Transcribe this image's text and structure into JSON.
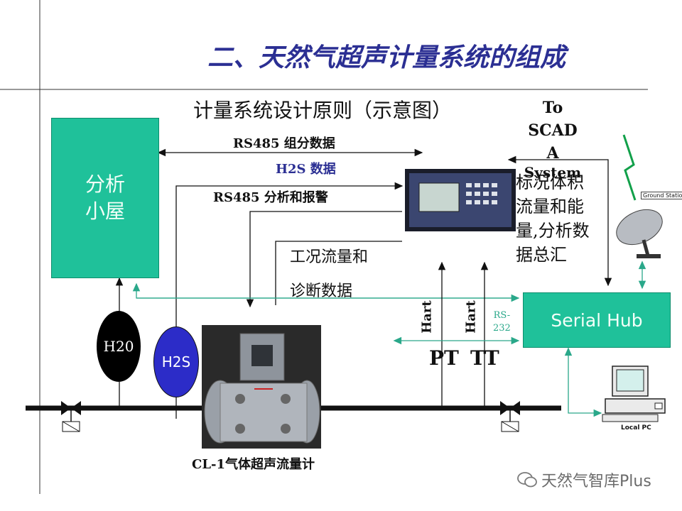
{
  "title": "二、天然气超声计量系统的组成",
  "subtitle": "计量系统设计原则（示意图）",
  "labels": {
    "rs485_composition": "RS485 组分数据",
    "h2s_data": "H2S 数据",
    "rs485_alarm": "RS485 分析和报警",
    "working_flow_1": "工况流量和",
    "working_flow_2": "诊断数据",
    "to_scada": [
      "To",
      "SCAD",
      "A",
      "System"
    ],
    "summary": [
      "标况体积",
      "流量和能",
      "量,分析数",
      "据总汇"
    ],
    "hart_pt": "Hart",
    "hart_tt": "Hart",
    "rs232": [
      "RS-",
      "232"
    ],
    "pt": "PT",
    "tt": "TT",
    "meter_caption": "CL-1气体超声流量计",
    "ground_station": "Ground Station",
    "local_pc": "Local PC"
  },
  "boxes": {
    "analysis_house": [
      "分析",
      "小屋"
    ],
    "serial_hub": "Serial Hub",
    "h20": "H20",
    "h2s": "H2S"
  },
  "watermark": "天然气智库Plus",
  "colors": {
    "title": "#2b2f93",
    "green": "#1fc19a",
    "h2s_blue": "#2c2cc8",
    "teal_line": "#2aa88a"
  }
}
